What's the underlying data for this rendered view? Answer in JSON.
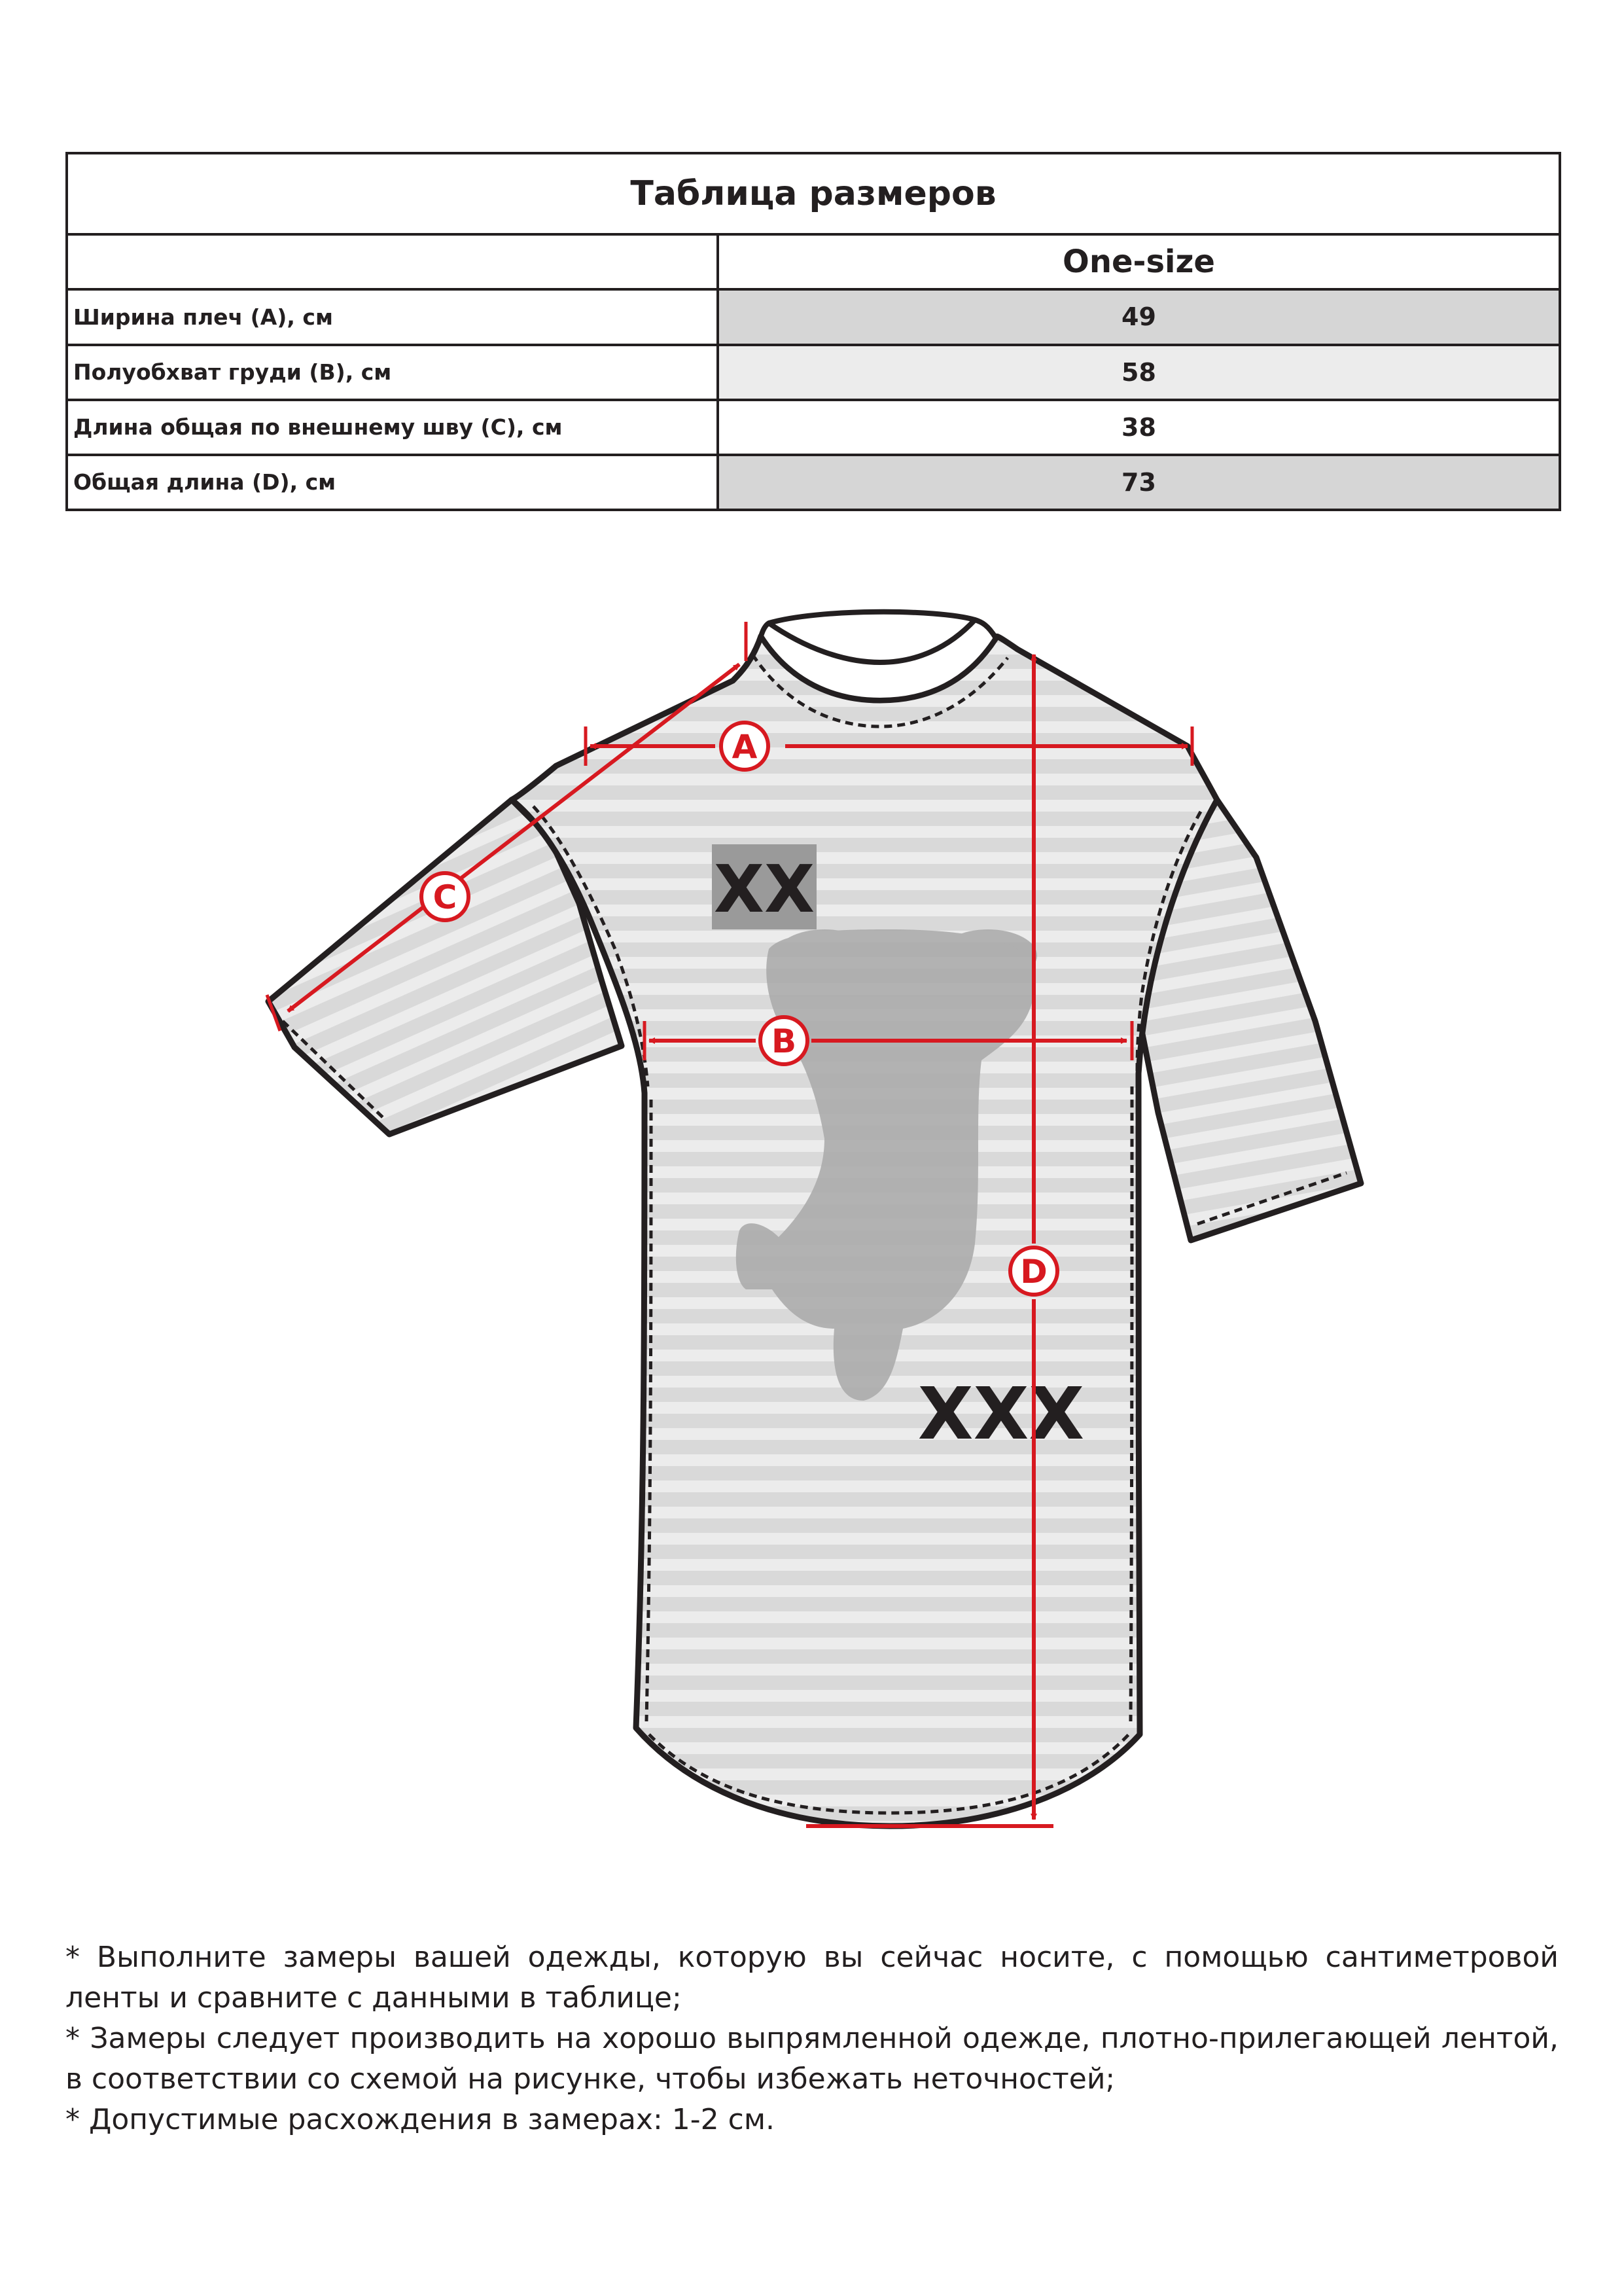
{
  "size_table": {
    "title": "Таблица размеров",
    "size_header": "One-size",
    "rows": [
      {
        "label": "Ширина плеч (А), см",
        "value": "49"
      },
      {
        "label": "Полуобхват груди (В), см",
        "value": "58"
      },
      {
        "label": "Длина общая по внешнему шву (С), см",
        "value": "38"
      },
      {
        "label": "Общая длина (D), см",
        "value": "73"
      }
    ]
  },
  "diagram": {
    "markers": {
      "a": "A",
      "b": "B",
      "c": "C",
      "d": "D"
    },
    "print_small": "XX",
    "print_large": "XXX",
    "colors": {
      "measure": "#d71920",
      "outline": "#231f20",
      "fabric": "#d9d9d9",
      "stripe": "#e6e6e6"
    }
  },
  "notes": [
    "* Выполните замеры вашей одежды, которую вы сейчас носите, с помощью сантиметровой ленты и сравните с данными в таблице;",
    "* Замеры следует производить на хорошо выпрямленной одежде, плотно-прилегающей лентой, в соответствии со схемой на рисунке, чтобы избежать неточностей;",
    "* Допустимые расхождения в замерах: 1-2 см."
  ]
}
